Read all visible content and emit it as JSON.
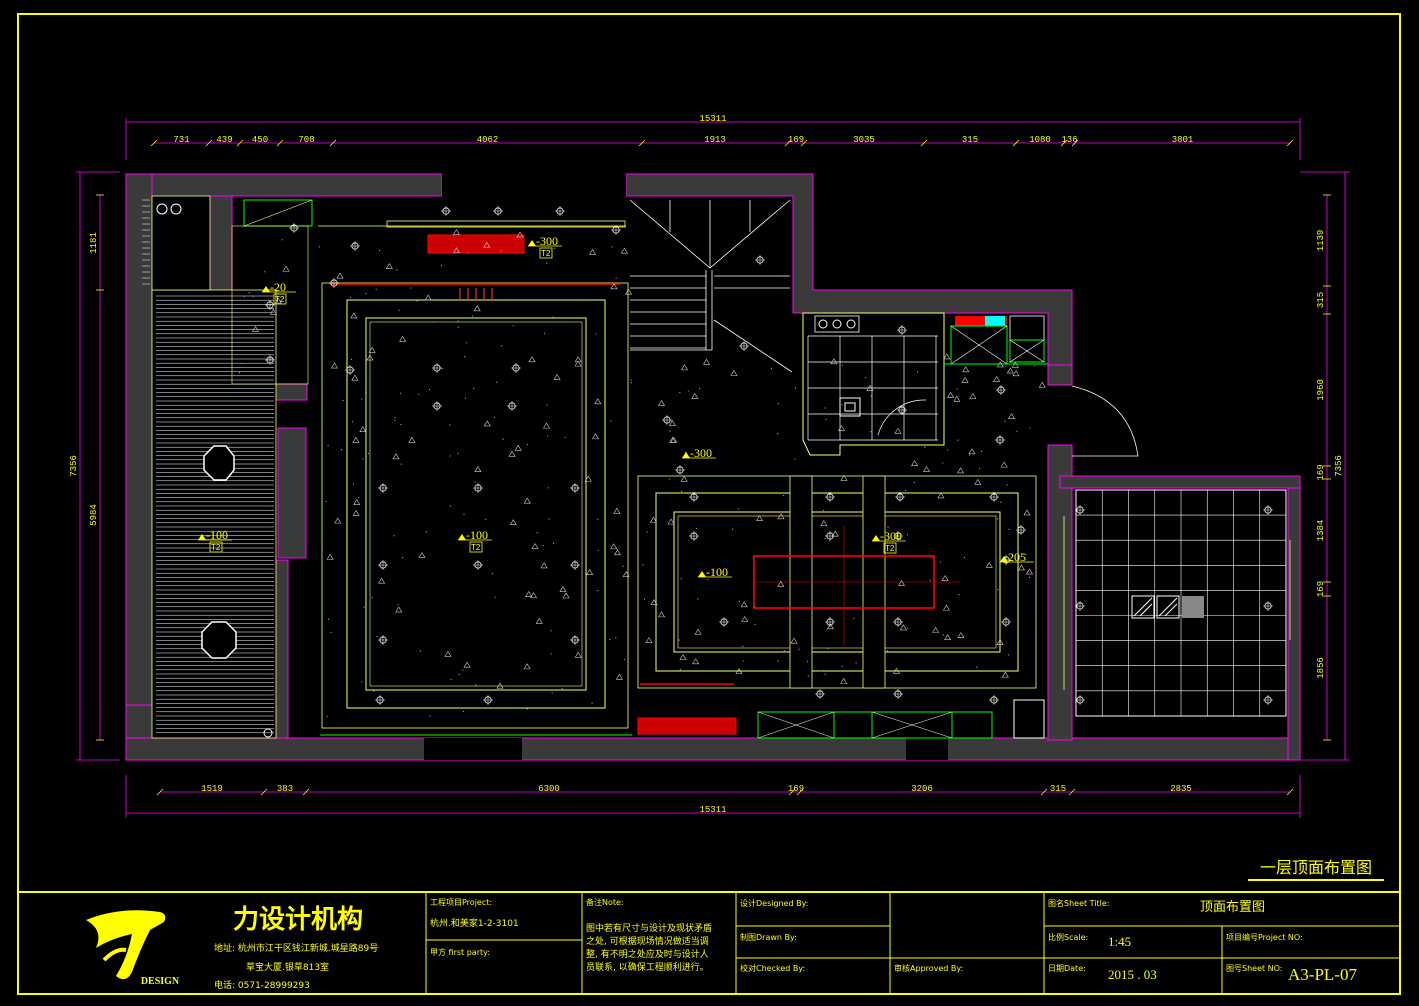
{
  "sheet_title_caption": "一层顶面布置图",
  "dimensions": {
    "top_overall": "15311",
    "top_segments": [
      "731",
      "439",
      "450",
      "708",
      "4062",
      "1913",
      "169",
      "3035",
      "315",
      "1080",
      "136",
      "3801"
    ],
    "bottom_overall": "15311",
    "bottom_segments": [
      "1519",
      "383",
      "6300",
      "169",
      "3206",
      "315",
      "2835"
    ],
    "left_overall": "7356",
    "left_segments": [
      "1181",
      "5984"
    ],
    "right_overall": "7356",
    "right_segments": [
      "1139",
      "315",
      "1960",
      "169",
      "1384",
      "169",
      "1856"
    ]
  },
  "level_marks": [
    {
      "value": "-300",
      "tag": "T2"
    },
    {
      "value": "-20",
      "tag": "T2"
    },
    {
      "value": "-100",
      "tag": "T2"
    },
    {
      "value": "-100",
      "tag": "T2"
    },
    {
      "value": "-300",
      "tag": ""
    },
    {
      "value": "-300",
      "tag": "T2"
    },
    {
      "value": "-100",
      "tag": ""
    },
    {
      "value": "-300",
      "tag": "T2"
    },
    {
      "value": "205",
      "tag": ""
    }
  ],
  "title_block": {
    "company_name": "力设计机构",
    "logo_caption": "DESIGN",
    "address_line1": "地址: 杭州市江干区钱江新城.城星路89号",
    "address_line2": "草宝大厦.银草813室",
    "phone": "电话: 0571-28999293",
    "project_label": "工程项目Project:",
    "project_value": "杭州.和美家1-2-3101",
    "party_label": "甲方 first party:",
    "note_label": "备注Note:",
    "note_lines": [
      "图中若有尺寸与设计及现状矛盾",
      "之处, 可根据现场情况做适当调",
      "整, 有不明之处应及时与设计人",
      "员联系, 以确保工程顺利进行。"
    ],
    "designed_label": "设计Designed By:",
    "drawn_label": "制图Drawn By:",
    "checked_label": "校对Checked By:",
    "approved_label": "审核Approved By:",
    "sheet_title_label": "图名Sheet Title:",
    "sheet_title_value": "顶面布置图",
    "scale_label": "比例Scale:",
    "scale_value": "1:45",
    "project_no_label": "项目编号Project NO:",
    "date_label": "日期Date:",
    "date_value": "2015 . 03",
    "sheet_no_label": "图号Sheet NO:",
    "sheet_no_value": "A3-PL-07"
  },
  "colors": {
    "frame": "#ffff00",
    "wall": "#3a3a3a",
    "wall_outline": "#ff00ff",
    "line": "#ffff66",
    "dim": "#ffff00",
    "red": "#ff0000",
    "green": "#00ff00",
    "white": "#ffffff",
    "cyan": "#00ffff"
  }
}
